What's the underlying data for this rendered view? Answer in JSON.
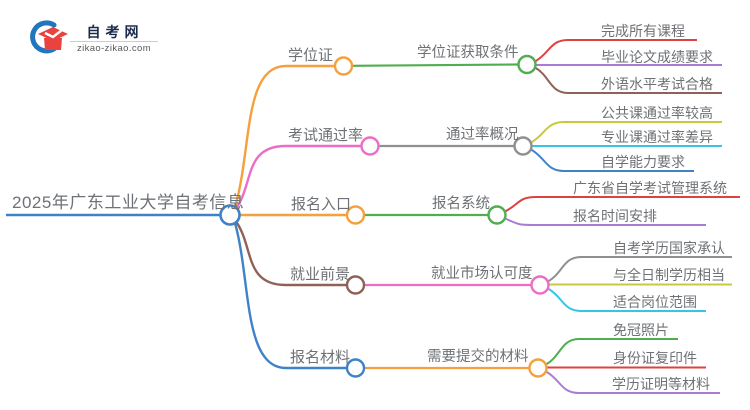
{
  "logo": {
    "title": "自考网",
    "domain": "zikao-zikao.com"
  },
  "colors": {
    "blue": "#3e82c8",
    "orange": "#f5a03c",
    "green": "#4fae50",
    "red": "#df4040",
    "purple": "#a87bd5",
    "brown": "#8f6257",
    "pink": "#ec6ec4",
    "gray": "#909090",
    "olive": "#c9c940",
    "cyan": "#38c3e8",
    "text": "#6e7175",
    "logo_red": "#e8433f",
    "logo_blue": "#2176bd"
  },
  "mindmap": {
    "root": "2025年广东工业大学自考信息",
    "branches": [
      {
        "label": "学位证",
        "child": "学位证获取条件",
        "leaves": [
          "完成所有课程",
          "毕业论文成绩要求",
          "外语水平考试合格"
        ]
      },
      {
        "label": "考试通过率",
        "child": "通过率概况",
        "leaves": [
          "公共课通过率较高",
          "专业课通过率差异",
          "自学能力要求"
        ]
      },
      {
        "label": "报名入口",
        "child": "报名系统",
        "leaves": [
          "广东省自学考试管理系统",
          "报名时间安排"
        ]
      },
      {
        "label": "就业前景",
        "child": "就业市场认可度",
        "leaves": [
          "自考学历国家承认",
          "与全日制学历相当",
          "适合岗位范围"
        ]
      },
      {
        "label": "报名材料",
        "child": "需要提交的材料",
        "leaves": [
          "免冠照片",
          "身份证复印件",
          "学历证明等材料"
        ]
      }
    ]
  }
}
